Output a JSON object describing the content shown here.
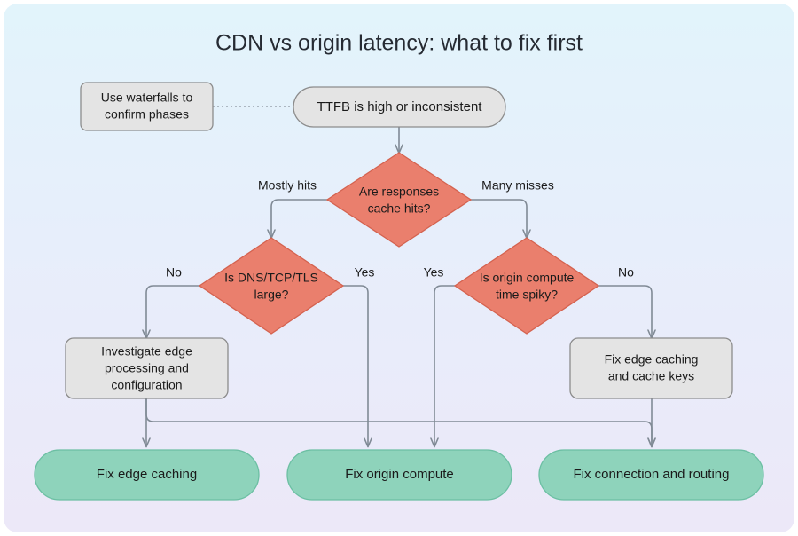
{
  "page": {
    "title": "CDN vs origin latency: what to fix first",
    "background_top_color": "#e2f4fb",
    "background_bottom_color": "#ece8f8"
  },
  "colors": {
    "decision_fill": "#ea7f6d",
    "decision_stroke": "#d4624f",
    "process_fill": "#e4e4e4",
    "process_stroke": "#8c8c8c",
    "terminal_fill": "#8ed3bb",
    "terminal_stroke": "#6cbfa3",
    "connector_stroke": "#808a95",
    "text_color": "#1a1a1a"
  },
  "chart_data": {
    "type": "diagram",
    "diagram_type": "flowchart",
    "title": "CDN vs origin latency: what to fix first",
    "orientation": "top-down",
    "nodes": [
      {
        "id": "note",
        "shape": "rounded-rect",
        "role": "note",
        "label": "Use waterfalls to confirm phases",
        "lines": [
          "Use waterfalls to",
          "confirm phases"
        ],
        "fill": "#e4e4e4"
      },
      {
        "id": "start",
        "shape": "stadium",
        "role": "start",
        "label": "TTFB is high or inconsistent",
        "lines": [
          "TTFB is high or inconsistent"
        ],
        "fill": "#e4e4e4"
      },
      {
        "id": "d1",
        "shape": "diamond",
        "role": "decision",
        "label": "Are responses cache hits?",
        "lines": [
          "Are responses",
          "cache hits?"
        ],
        "fill": "#ea7f6d"
      },
      {
        "id": "d2",
        "shape": "diamond",
        "role": "decision",
        "label": "Is DNS/TCP/TLS large?",
        "lines": [
          "Is DNS/TCP/TLS",
          "large?"
        ],
        "fill": "#ea7f6d"
      },
      {
        "id": "d3",
        "shape": "diamond",
        "role": "decision",
        "label": "Is origin compute time spiky?",
        "lines": [
          "Is origin compute",
          "time spiky?"
        ],
        "fill": "#ea7f6d"
      },
      {
        "id": "p1",
        "shape": "rounded-rect",
        "role": "process",
        "label": "Investigate edge processing and configuration",
        "lines": [
          "Investigate edge",
          "processing and",
          "configuration"
        ],
        "fill": "#e4e4e4"
      },
      {
        "id": "p2",
        "shape": "rounded-rect",
        "role": "process",
        "label": "Fix edge caching and cache keys",
        "lines": [
          "Fix edge caching",
          "and cache keys"
        ],
        "fill": "#e4e4e4"
      },
      {
        "id": "t1",
        "shape": "stadium",
        "role": "terminal",
        "label": "Fix edge caching",
        "lines": [
          "Fix edge caching"
        ],
        "fill": "#8ed3bb"
      },
      {
        "id": "t2",
        "shape": "stadium",
        "role": "terminal",
        "label": "Fix origin compute",
        "lines": [
          "Fix origin compute"
        ],
        "fill": "#8ed3bb"
      },
      {
        "id": "t3",
        "shape": "stadium",
        "role": "terminal",
        "label": "Fix connection and routing",
        "lines": [
          "Fix connection and routing"
        ],
        "fill": "#8ed3bb"
      }
    ],
    "edges": [
      {
        "from": "note",
        "to": "start",
        "label": "",
        "style": "dotted",
        "arrow": false
      },
      {
        "from": "start",
        "to": "d1",
        "label": "",
        "style": "solid",
        "arrow": true
      },
      {
        "from": "d1",
        "to": "d2",
        "label": "Mostly hits",
        "style": "solid",
        "arrow": true
      },
      {
        "from": "d1",
        "to": "d3",
        "label": "Many misses",
        "style": "solid",
        "arrow": true
      },
      {
        "from": "d2",
        "to": "p1",
        "label": "No",
        "style": "solid",
        "arrow": true
      },
      {
        "from": "d2",
        "to": "t2",
        "label": "Yes",
        "style": "solid",
        "arrow": true
      },
      {
        "from": "d3",
        "to": "t2",
        "label": "Yes",
        "style": "solid",
        "arrow": true
      },
      {
        "from": "d3",
        "to": "p2",
        "label": "No",
        "style": "solid",
        "arrow": true
      },
      {
        "from": "p1",
        "to": "t1",
        "label": "",
        "style": "solid",
        "arrow": true
      },
      {
        "from": "p1",
        "to": "t3",
        "label": "",
        "style": "solid",
        "arrow": true
      },
      {
        "from": "p2",
        "to": "t3",
        "label": "",
        "style": "solid",
        "arrow": true
      }
    ],
    "edge_labels": [
      "Mostly hits",
      "Many misses",
      "No",
      "Yes",
      "Yes",
      "No"
    ]
  }
}
